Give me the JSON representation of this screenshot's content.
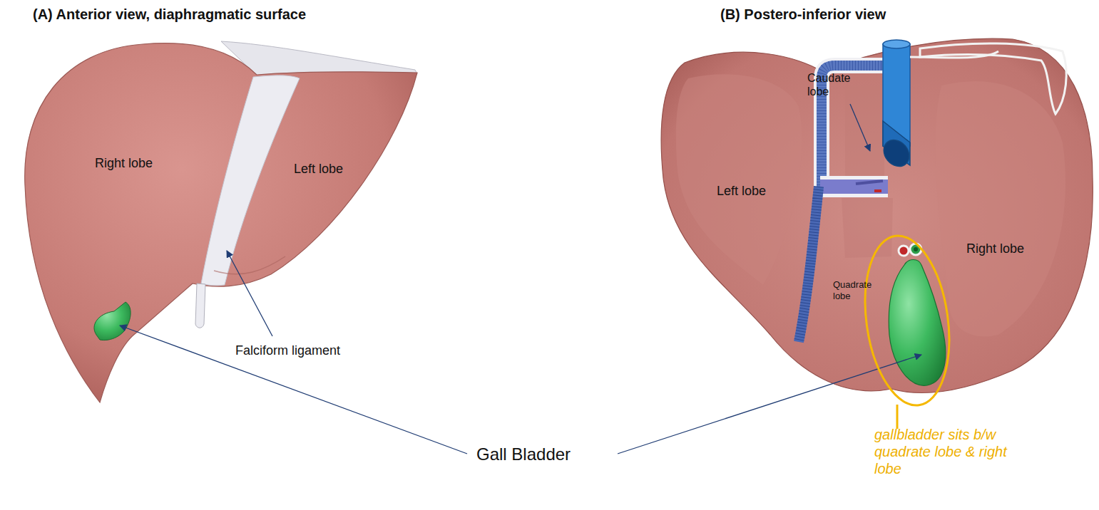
{
  "diagram": {
    "labels": [
      "(A) Anterior view, diaphragmatic surface",
      "(B) Postero-inferior view",
      "Right lobe",
      "Left lobe",
      "Falciform ligament",
      "Gall Bladder",
      "Caudate lobe",
      "Left lobe",
      "Right lobe",
      "Quadrate lobe",
      "gallbladder sits b/w quadrate lobe & right lobe"
    ]
  }
}
